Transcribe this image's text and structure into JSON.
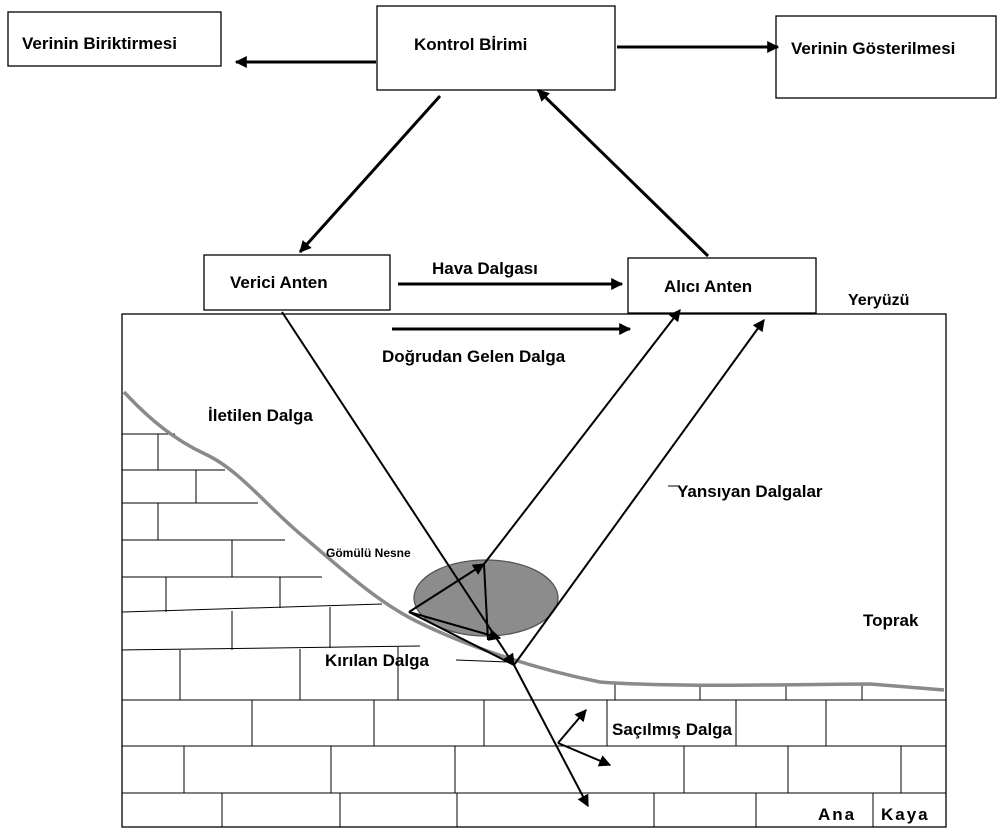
{
  "boxes": {
    "control_unit": "Kontrol Bİrimi",
    "data_storage": "Verinin Biriktirmesi",
    "data_display": "Verinin Gösterilmesi",
    "transmitter": "Verici Anten",
    "receiver": "Alıcı Anten"
  },
  "labels": {
    "air_wave": "Hava Dalgası",
    "direct_wave": "Doğrudan Gelen Dalga",
    "surface": "Yeryüzü",
    "transmitted_wave": "İletilen Dalga",
    "reflected_waves": "Yansıyan Dalgalar",
    "buried_object": "Gömülü Nesne",
    "soil": "Toprak",
    "refracted_wave": "Kırılan Dalga",
    "scattered_wave": "Saçılmış Dalga",
    "bedrock_1": "Ana",
    "bedrock_2": "Kaya"
  },
  "colors": {
    "object_fill": "#8c8c8c",
    "boundary_line": "#8a8a8a"
  }
}
